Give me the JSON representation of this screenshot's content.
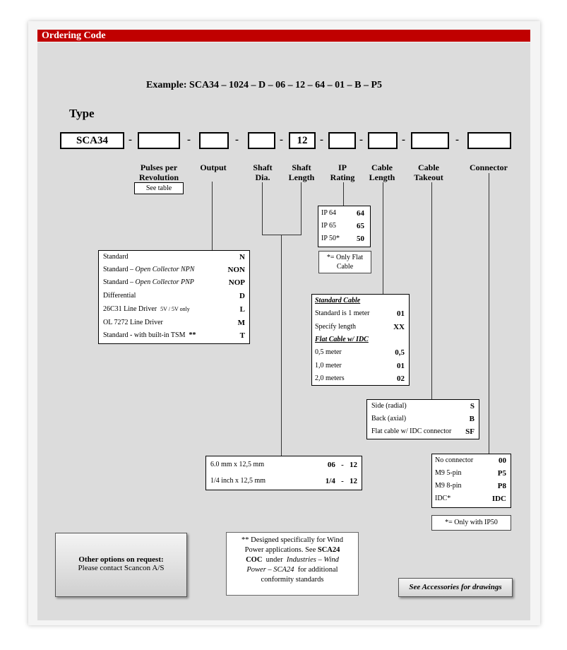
{
  "header": {
    "title": "Ordering Code"
  },
  "example": {
    "text": "Example:  SCA34 – 1024 – D – 06 – 12 – 64 – 01 – B – P5"
  },
  "type_label": "Type",
  "code": {
    "model": "SCA34",
    "shaft_length": "12",
    "dash": "-"
  },
  "columns": {
    "pulses": "Pulses per Revolution",
    "output": "Output",
    "shaft_dia": "Shaft Dia.",
    "shaft_length": "Shaft Length",
    "ip_rating": "IP Rating",
    "cable_length": "Cable Length",
    "cable_takeout": "Cable Takeout",
    "connector": "Connector"
  },
  "see_table": "See table",
  "ip": {
    "rows": [
      {
        "label": "IP 64",
        "code": "64"
      },
      {
        "label": "IP 65",
        "code": "65"
      },
      {
        "label": "IP 50*",
        "code": "50"
      }
    ],
    "note": "*= Only Flat Cable"
  },
  "output": {
    "rows": [
      {
        "label": "Standard",
        "italic": "",
        "extra": "",
        "code": "N"
      },
      {
        "label": "Standard – ",
        "italic": "Open Collector  NPN",
        "extra": "",
        "code": "NON"
      },
      {
        "label": "Standard – ",
        "italic": "Open Collector  PNP",
        "extra": "",
        "code": "NOP"
      },
      {
        "label": "Differential",
        "italic": "",
        "extra": "",
        "code": "D"
      },
      {
        "label": "26C31 Line Driver",
        "italic": "",
        "extra": "5V / 5V only",
        "code": "L"
      },
      {
        "label": "OL 7272 Line Driver",
        "italic": "",
        "extra": "",
        "code": "M"
      },
      {
        "label": "Standard - with built-in TSM",
        "italic": "",
        "extra": "**",
        "code": "T"
      }
    ]
  },
  "cable_length": {
    "heading1": "Standard Cable",
    "rows1": [
      {
        "label": "Standard is 1 meter",
        "code": "01"
      },
      {
        "label": "Specify length",
        "code": "XX"
      }
    ],
    "heading2": "Flat Cable w/ IDC",
    "rows2": [
      {
        "label": "0,5 meter",
        "code": "0,5"
      },
      {
        "label": "1,0 meter",
        "code": "01"
      },
      {
        "label": "2,0 meters",
        "code": "02"
      }
    ]
  },
  "takeout": {
    "rows": [
      {
        "label": "Side  (radial)",
        "code": "S"
      },
      {
        "label": "Back (axial)",
        "code": "B"
      },
      {
        "label": "Flat cable w/ IDC connector",
        "code": "SF"
      }
    ]
  },
  "shaft": {
    "rows": [
      {
        "label": "6.0 mm  x  12,5 mm",
        "code": "06   -   12"
      },
      {
        "label": "1/4 inch  x  12,5 mm",
        "code": "1/4   -   12"
      }
    ]
  },
  "connector": {
    "rows": [
      {
        "label": "No connector",
        "code": "00"
      },
      {
        "label": "M9   5-pin",
        "code": "P5"
      },
      {
        "label": "M9   8-pin",
        "code": "P8"
      },
      {
        "label": "IDC*",
        "code": "IDC"
      }
    ],
    "note": "*= Only with IP50"
  },
  "other": {
    "title": "Other options on request:",
    "text": "Please contact Scancon A/S"
  },
  "wind": {
    "l1": "** Designed specifically for Wind",
    "l2a": "Power applications.  See ",
    "l2b": "SCA24",
    "l3a": "COC",
    "l3b": "  under  ",
    "l3c": "Industries – Wind",
    "l4a": "Power – SCA24",
    "l4b": "  for additional",
    "l5": "conformity standards"
  },
  "accessories": "See Accessories for drawings"
}
